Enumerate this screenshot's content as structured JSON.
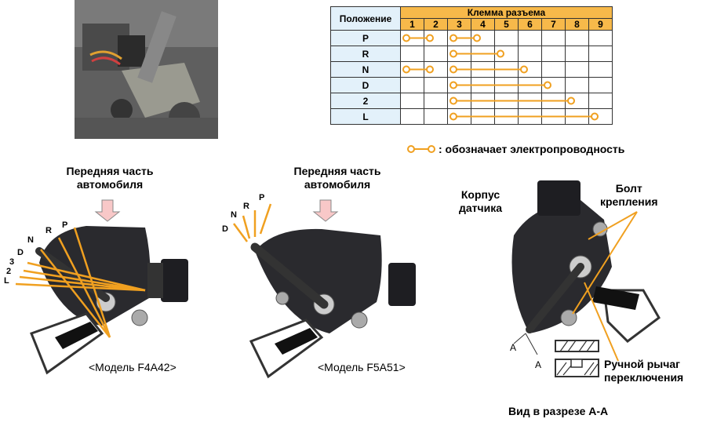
{
  "table": {
    "position_header": "Положение",
    "terminal_header": "Клемма разъема",
    "terminals": [
      "1",
      "2",
      "3",
      "4",
      "5",
      "6",
      "7",
      "8",
      "9"
    ],
    "rows": [
      {
        "label": "P",
        "links": [
          [
            1,
            2
          ],
          [
            3,
            4
          ]
        ]
      },
      {
        "label": "R",
        "links": [
          [
            3,
            5
          ]
        ]
      },
      {
        "label": "N",
        "links": [
          [
            1,
            2
          ],
          [
            3,
            6
          ]
        ]
      },
      {
        "label": "D",
        "links": [
          [
            3,
            7
          ]
        ]
      },
      {
        "label": "2",
        "links": [
          [
            3,
            8
          ]
        ]
      },
      {
        "label": "L",
        "links": [
          [
            3,
            9
          ]
        ]
      }
    ],
    "link_color": "#f0a020"
  },
  "legend": {
    "text": ": обозначает электропроводность"
  },
  "left": {
    "front_line1": "Передняя часть",
    "front_line2": "автомобиля",
    "model": "<Модель F4A42>",
    "positions": [
      "P",
      "R",
      "N",
      "D",
      "3",
      "2",
      "L"
    ]
  },
  "middle": {
    "front_line1": "Передняя часть",
    "front_line2": "автомобиля",
    "model": "<Модель F5A51>",
    "positions": [
      "P",
      "R",
      "N",
      "D"
    ]
  },
  "right": {
    "housing_line1": "Корпус",
    "housing_line2": "датчика",
    "bolt_line1": "Болт",
    "bolt_line2": "крепления",
    "section_a": "A",
    "lever_line1": "Ручной рычаг",
    "lever_line2": "переключения",
    "section_title": "Вид в разрезе A-A"
  }
}
